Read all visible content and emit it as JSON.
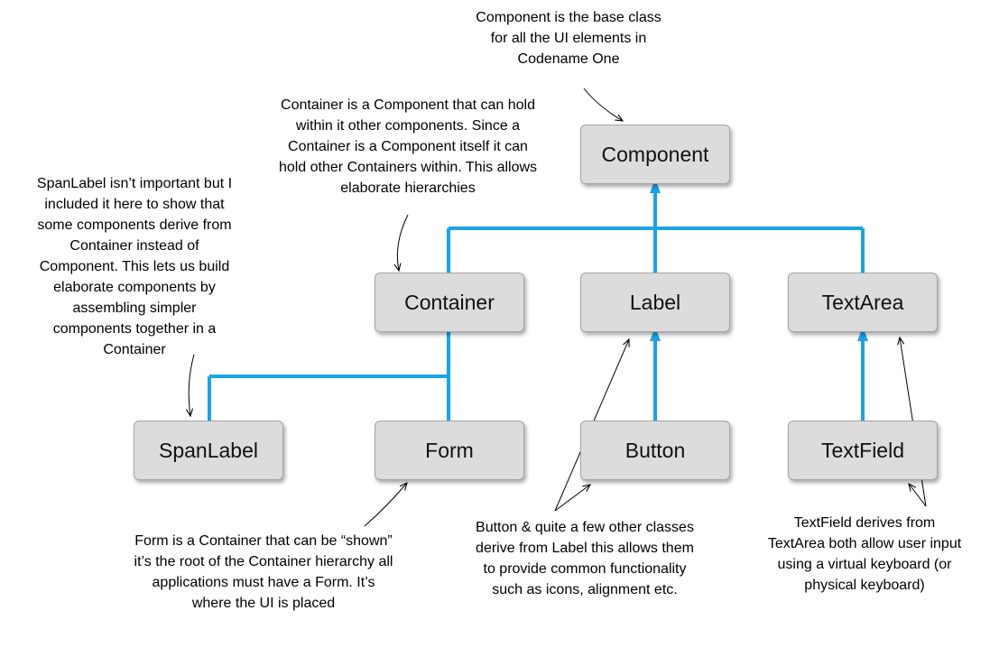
{
  "diagram": {
    "colors": {
      "connector": "#1aa3e8",
      "box_fill": "#dcdcdc",
      "box_border": "#a6a6a6",
      "annotation_arrow": "#000000"
    },
    "nodes": {
      "component": "Component",
      "container": "Container",
      "label": "Label",
      "textarea": "TextArea",
      "spanlabel": "SpanLabel",
      "form": "Form",
      "button": "Button",
      "textfield": "TextField"
    },
    "notes": {
      "component": [
        "Component is the base class",
        "for all the UI elements in",
        "Codename One"
      ],
      "container": [
        "Container is a Component that can hold",
        "within it other components. Since a",
        "Container is a Component itself it can",
        "hold other Containers within. This allows",
        "elaborate hierarchies"
      ],
      "spanlabel": [
        "SpanLabel isn’t important but I",
        "included it here to show that",
        "some components derive from",
        "Container instead of",
        "Component. This lets us build",
        "elaborate components by",
        "assembling simpler",
        "components together in a",
        "Container"
      ],
      "form": [
        "Form is a Container that can be “shown”",
        "it’s the root of the Container hierarchy all",
        "applications must have a Form. It’s",
        "where the UI is placed"
      ],
      "button": [
        "Button & quite a few other classes",
        "derive from Label this allows them",
        "to provide common functionality",
        "such as icons, alignment etc."
      ],
      "textfield": [
        "TextField derives from",
        "TextArea both allow user input",
        "using a virtual keyboard (or",
        "physical keyboard)"
      ]
    }
  }
}
